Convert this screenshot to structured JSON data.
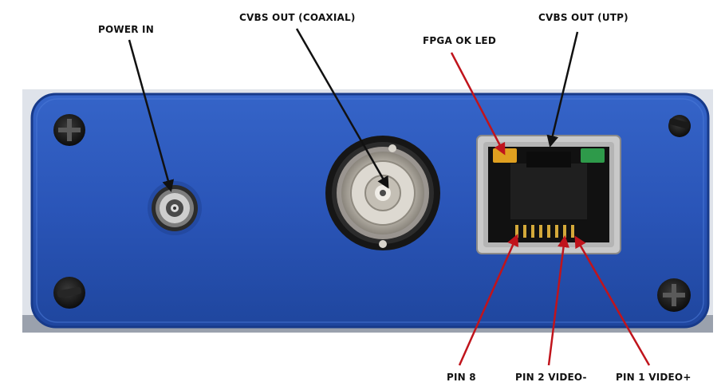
{
  "labels": {
    "power_in": "POWER IN",
    "cvbs_coaxial": "CVBS OUT (COAXIAL)",
    "fpga_led": "FPGA OK LED",
    "cvbs_utp": "CVBS OUT (UTP)",
    "pin8": "PIN 8",
    "pin2": "PIN 2 VIDEO-",
    "pin1": "PIN 1 VIDEO+"
  },
  "colors": {
    "panel_blue": "#2a55b8",
    "panel_blue_dark": "#173a8a",
    "arrow_black": "#111111",
    "arrow_red": "#c0141c",
    "led_amber": "#e0a020",
    "led_green": "#2e9a4a",
    "metal": "#b8b8b8"
  }
}
